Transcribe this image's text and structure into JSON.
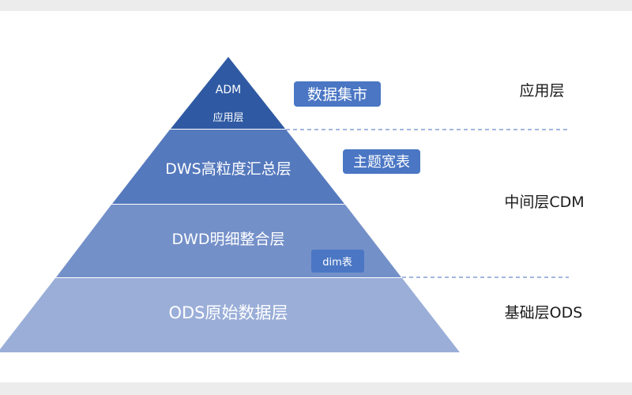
{
  "pyramid": {
    "adm": {
      "title": "ADM",
      "subtitle": "应用层",
      "color": "#2f5aa3"
    },
    "dws": {
      "label": "DWS高粒度汇总层",
      "color": "#5579bd"
    },
    "dwd": {
      "label": "DWD明细整合层",
      "color": "#7490c9"
    },
    "ods": {
      "label": "ODS原始数据层",
      "color": "#9aaed8"
    }
  },
  "tags": {
    "data_mart": "数据集市",
    "topic_wide_table": "主题宽表",
    "dim_table": "dim表",
    "tag_color": "#4a76c4"
  },
  "side_labels": {
    "application": "应用层",
    "middle": "中间层CDM",
    "base": "基础层ODS"
  },
  "divider_color": "#6b8cc9"
}
